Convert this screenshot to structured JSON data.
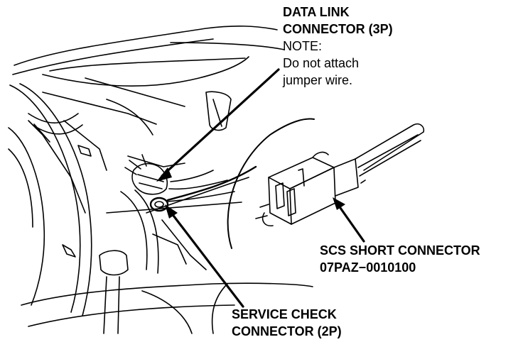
{
  "labels": {
    "data_link_line1": "DATA LINK",
    "data_link_line2": "CONNECTOR (3P)",
    "note_heading": "NOTE:",
    "note_line1": "Do not attach",
    "note_line2": "jumper wire.",
    "scs_line1": "SCS SHORT CONNECTOR",
    "scs_line2": "07PAZ−0010100",
    "service_line1": "SERVICE CHECK",
    "service_line2": "CONNECTOR (2P)"
  },
  "colors": {
    "ink": "#000000",
    "paper": "#ffffff"
  }
}
